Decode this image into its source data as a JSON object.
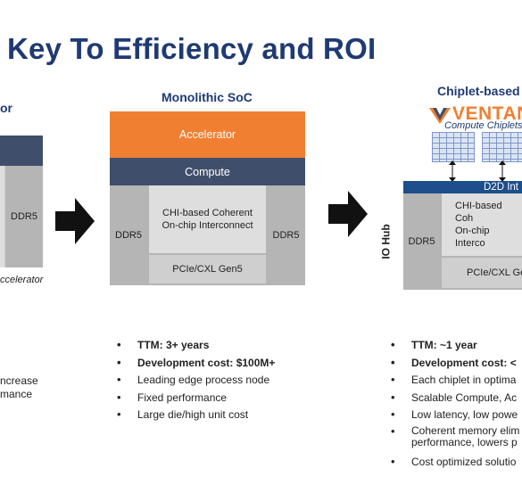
{
  "title": "Key To Efficiency and ROI",
  "left_partial": {
    "heading": "or",
    "ddr": "DDR5",
    "caption": "ccelerator",
    "bullet_lines": [
      "ncrease",
      "mance"
    ]
  },
  "mono": {
    "heading": "Monolithic SoC",
    "accelerator": "Accelerator",
    "compute": "Compute",
    "ddr_left": "DDR5",
    "ddr_right": "DDR5",
    "interconnect": "CHI-based Coherent\nOn-chip Interconnect",
    "pcie": "PCIe/CXL Gen5",
    "bullets": [
      "TTM: 3+ years",
      "Development cost: $100M+",
      "Leading edge process node",
      "Fixed performance",
      "Large die/high unit cost"
    ]
  },
  "chiplet": {
    "heading": "Chiplet-based",
    "logo_text": "VENTANA",
    "compute_chiplets": "Compute Chiplets",
    "d2d": "D2D Int",
    "io_hub": "IO Hub",
    "ddr": "DDR5",
    "interconnect": "CHI-based Coh\nOn-chip Interco",
    "pcie": "PCIe/CXL Gen",
    "bullets": [
      "TTM:  ~1 year",
      "Development cost: <",
      "Each chiplet in optima",
      "Scalable Compute, Ac",
      "Low latency, low powe",
      "Coherent memory elim\nperformance, lowers p",
      "Cost optimized solutio"
    ]
  },
  "colors": {
    "navy": "#3f4f6b",
    "orange": "#f07f32",
    "title_blue": "#1f3a73",
    "d2d_blue": "#1e4e8c",
    "ventana_orange": "#f07f32"
  }
}
